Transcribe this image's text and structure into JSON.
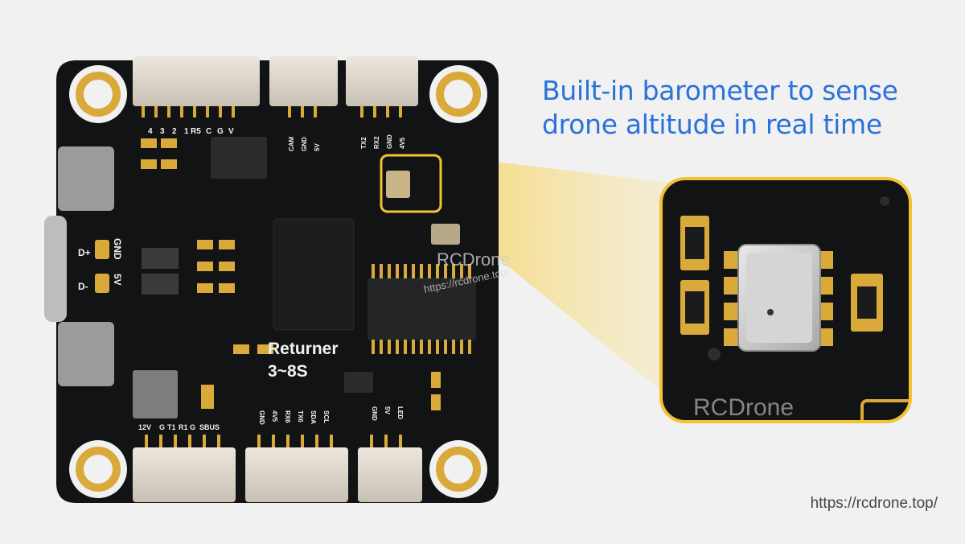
{
  "headline": {
    "line1": "Built-in barometer to sense",
    "line2": "drone altitude in real time"
  },
  "footer_url": "https://rcdrone.top/",
  "board": {
    "name": "Returner",
    "voltage": "3~8S",
    "top_labels": [
      "4",
      "3",
      "2",
      "1",
      "R5",
      "C",
      "G",
      "V"
    ],
    "cam_labels": [
      "CAM",
      "GND",
      "5V"
    ],
    "uart_top_labels": [
      "TX2",
      "RX2",
      "GND",
      "4V5"
    ],
    "side_labels_left": [
      "D+",
      "D-"
    ],
    "side_labels_right": [
      "GND",
      "5V"
    ],
    "bottom_left_labels": [
      "12V",
      "G",
      "T1",
      "R1",
      "G",
      "SBUS"
    ],
    "bottom_mid_labels": [
      "GND",
      "4V5",
      "RX6",
      "TX6",
      "SDA",
      "SCL"
    ],
    "bottom_right_labels": [
      "GND",
      "5V",
      "LED"
    ]
  },
  "watermark": {
    "text": "RCDrone",
    "url": "https://rcdrone.top/"
  },
  "colors": {
    "pcb": "#121314",
    "gold": "#d9a93a",
    "highlight": "#f2c233",
    "headline": "#2a72d9",
    "background": "#f1f1f1"
  }
}
